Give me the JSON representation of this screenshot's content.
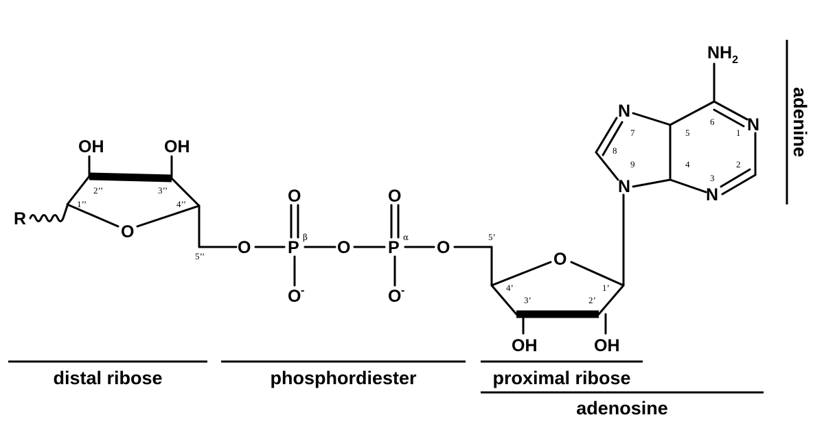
{
  "colors": {
    "ink": "#000000",
    "oh_blue": "#2e6fa0",
    "r_red": "#b22a25"
  },
  "atoms": {
    "r": "R",
    "oh_distal_2": "OH",
    "oh_distal_3": "OH",
    "o_ring_distal": "O",
    "o_bridge_1": "O",
    "p_beta": "P",
    "o_beta_top": "O",
    "o_beta_bottom": "O",
    "o_minus": "-",
    "o_bridge_2": "O",
    "p_alpha": "P",
    "o_alpha_top": "O",
    "o_alpha_bottom": "O",
    "o_bridge_3": "O",
    "o_ring_proximal": "O",
    "oh_proximal_3": "OH",
    "oh_proximal_2": "OH",
    "n7": "N",
    "n9": "N",
    "n1": "N",
    "n3": "N",
    "nh2_main": "NH",
    "nh2_sub": "2"
  },
  "greek": {
    "beta": "β",
    "alpha": "α"
  },
  "numbering": {
    "d1": "1’’",
    "d2": "2’’",
    "d3": "3’’",
    "d4": "4’’",
    "d5": "5’’",
    "p1": "1’",
    "p2": "2’",
    "p3": "3’",
    "p4": "4’",
    "p5": "5’",
    "a1": "1",
    "a2": "2",
    "a3": "3",
    "a4": "4",
    "a5": "5",
    "a6": "6",
    "a7": "7",
    "a8": "8",
    "a9": "9"
  },
  "regions": {
    "distal_ribose": "distal ribose",
    "phosphordiester": "phosphordiester",
    "proximal_ribose": "proximal ribose",
    "adenosine": "adenosine",
    "adenine": "adenine"
  }
}
